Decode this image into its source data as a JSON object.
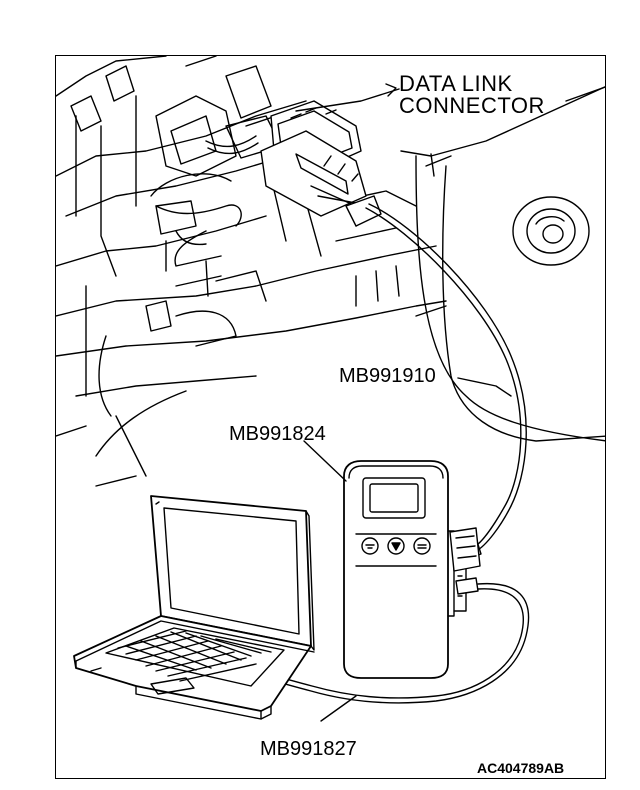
{
  "labels": {
    "dlc_line1": "DATA LINK",
    "dlc_line2": "CONNECTOR",
    "cable_main": "MB991910",
    "vci": "MB991824",
    "usb_cable": "MB991827",
    "figure_code": "AC404789AB"
  },
  "colors": {
    "line": "#000000",
    "background": "#ffffff"
  },
  "icons": {
    "vehicle": "dashboard-underside-illustration",
    "connector": "obd-connector-plug",
    "laptop": "laptop-computer",
    "vci": "vehicle-communication-interface"
  }
}
